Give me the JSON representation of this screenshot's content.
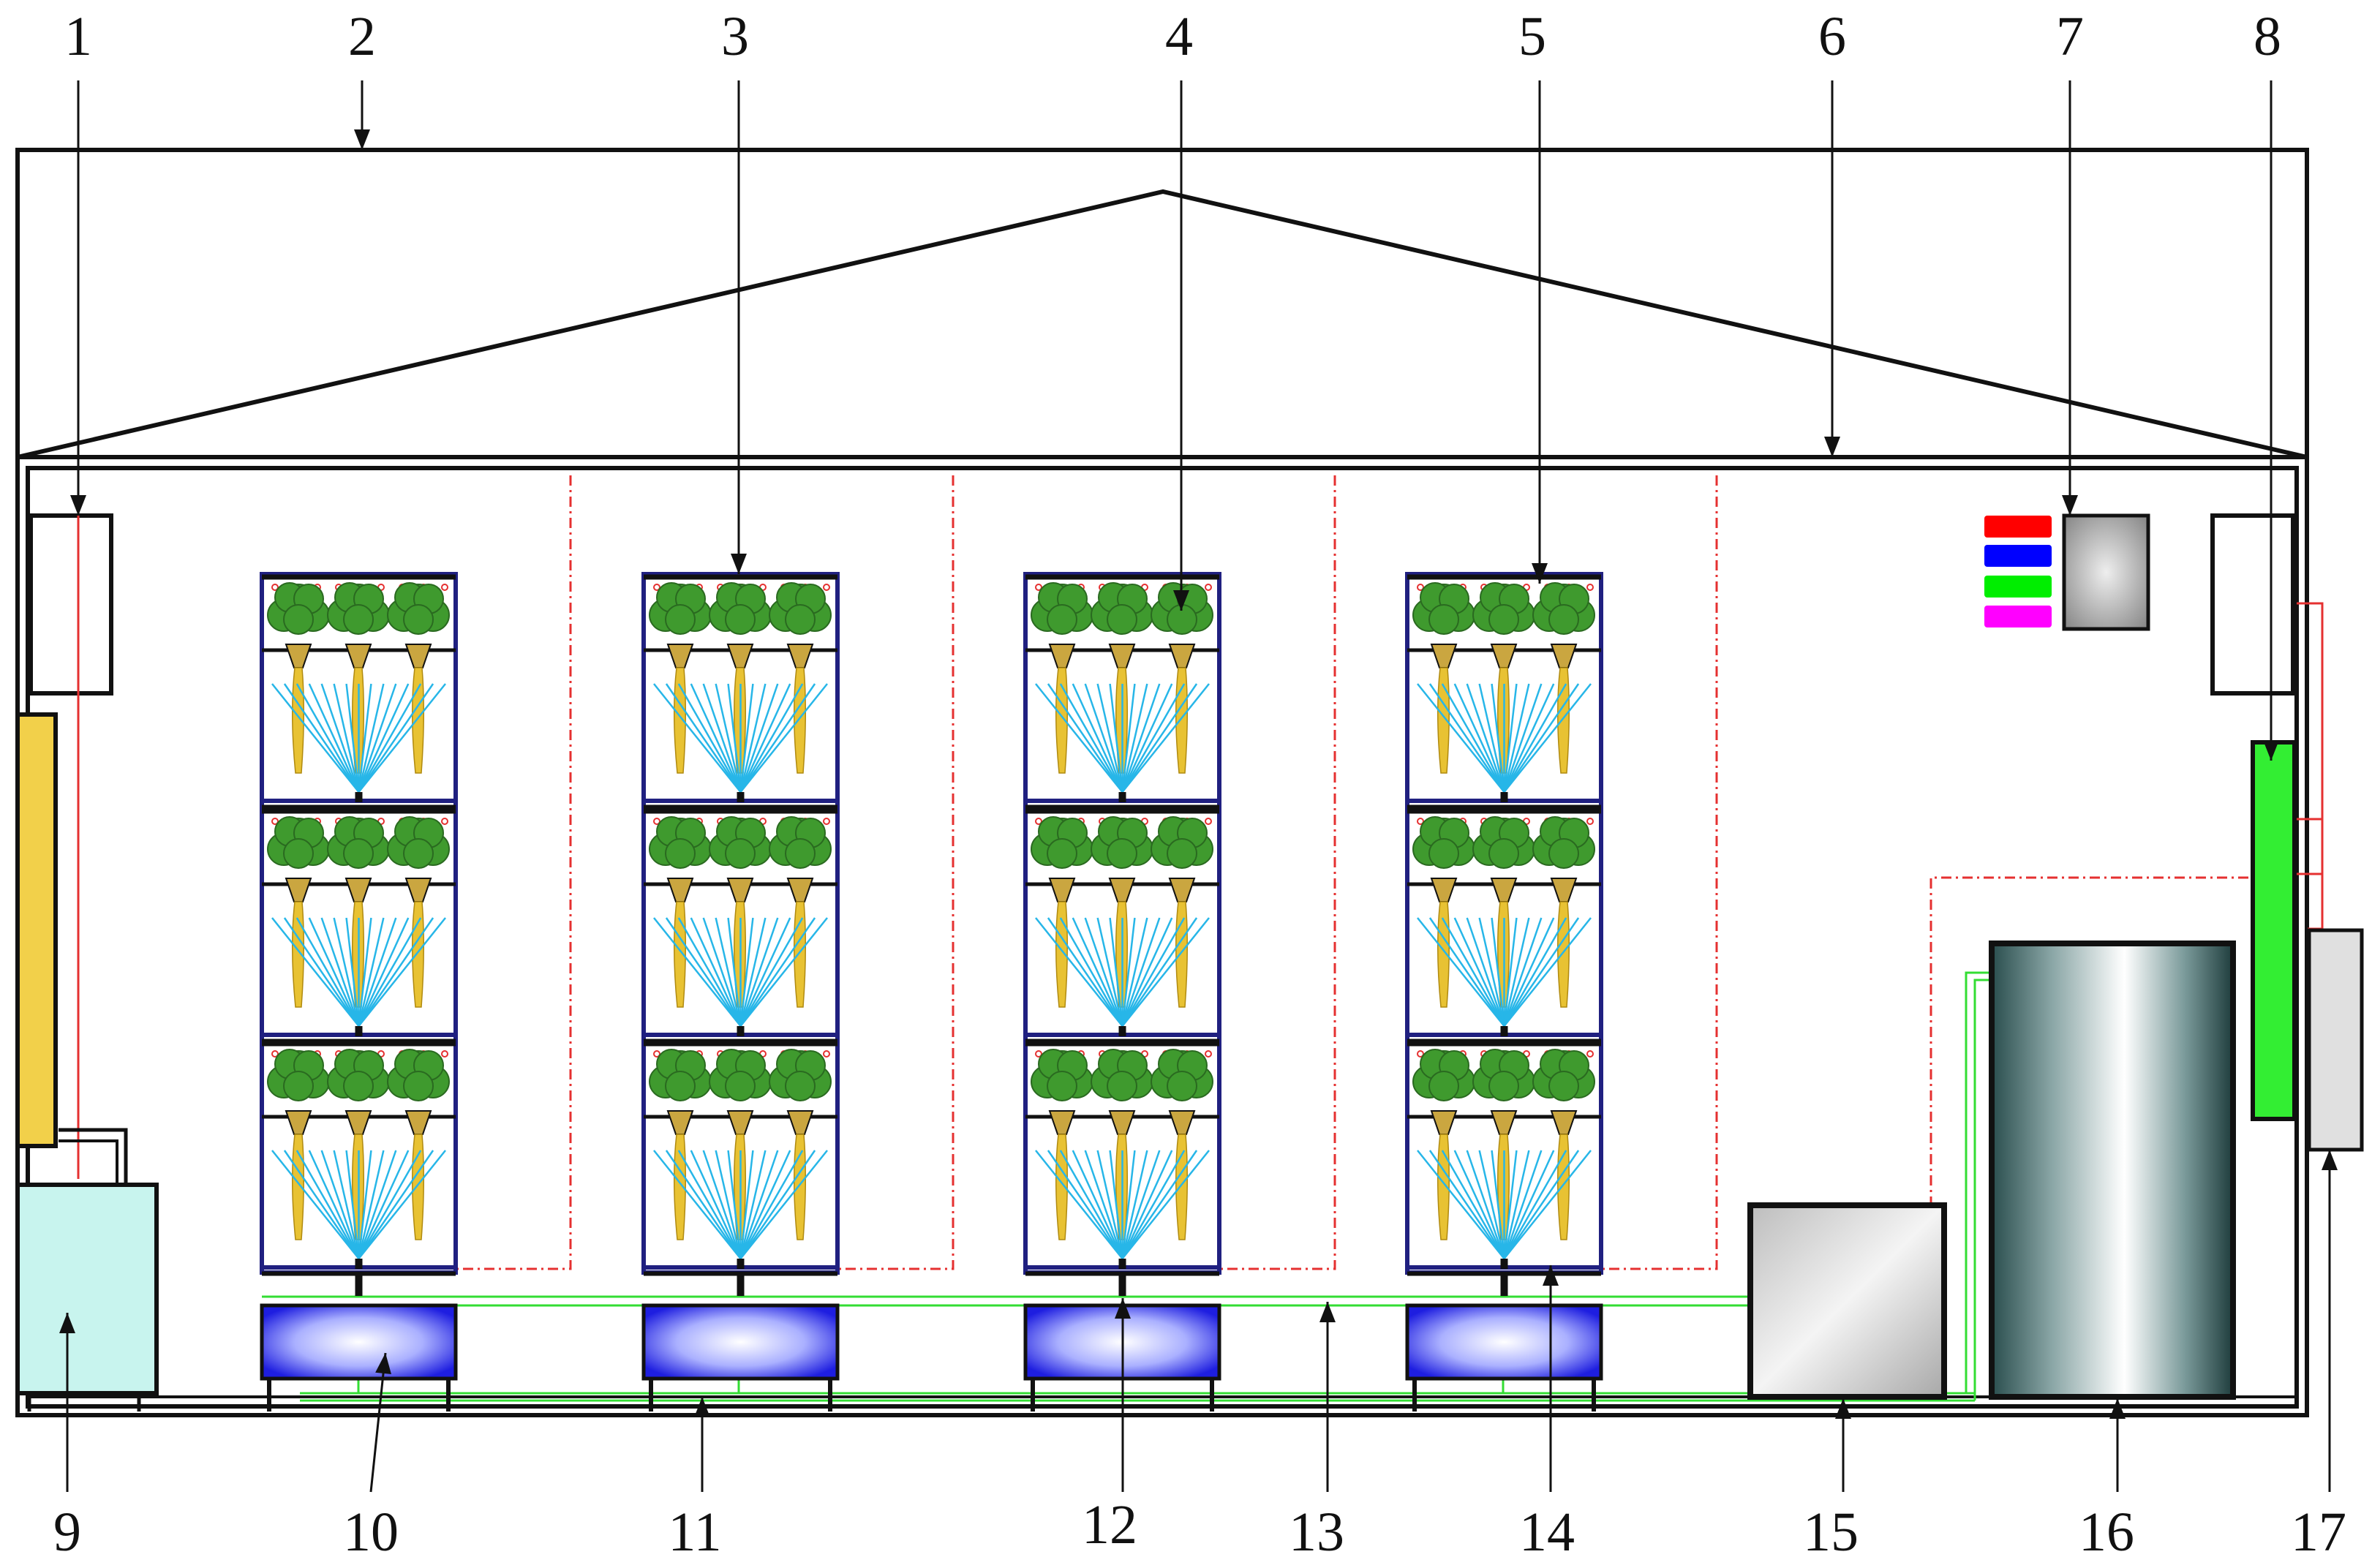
{
  "callouts": [
    "1",
    "2",
    "3",
    "4",
    "5",
    "6",
    "7",
    "8",
    "9",
    "10",
    "11",
    "12",
    "13",
    "14",
    "15",
    "16",
    "17"
  ],
  "colors": {
    "outline": "#111111",
    "wire": "#e53030",
    "pipe": "#33dd33",
    "panel": "#f2d04a",
    "green_unit": "#33ee33",
    "tank": "#c8f4ee",
    "reservoir": "#2a2ae8",
    "spray": "#27b6e8",
    "root": "#e8c233",
    "leaf": "#3f9a2e",
    "frame": "#202080"
  },
  "indicator_colors": [
    "#ff0000",
    "#0000ff",
    "#00ee00",
    "#ff00ff"
  ],
  "icons": [
    "lettuce-plant-icon",
    "root-icon",
    "spray-nozzle-icon",
    "led-light-icon"
  ]
}
